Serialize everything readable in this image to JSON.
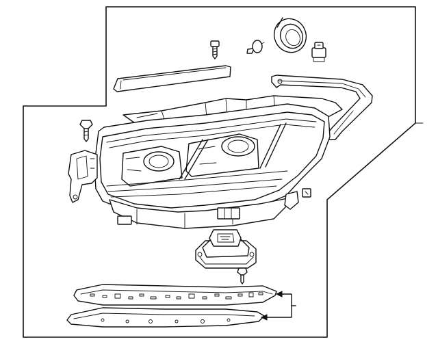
{
  "diagram": {
    "type": "exploded-parts-diagram",
    "subject": "headlamp-assembly",
    "line_color": "#111111",
    "background_color": "#ffffff",
    "parts": [
      {
        "name": "headlamp-housing"
      },
      {
        "name": "upper-trim-strip"
      },
      {
        "name": "mounting-bracket"
      },
      {
        "name": "grommet-cap"
      },
      {
        "name": "side-connector"
      },
      {
        "name": "bulb"
      },
      {
        "name": "upper-screw"
      },
      {
        "name": "side-screw"
      },
      {
        "name": "control-module"
      },
      {
        "name": "module-screw"
      },
      {
        "name": "upper-lower-trim"
      },
      {
        "name": "lower-trim-strip"
      }
    ],
    "callout": {
      "name": "bracket-arrows",
      "targets": 2
    }
  }
}
